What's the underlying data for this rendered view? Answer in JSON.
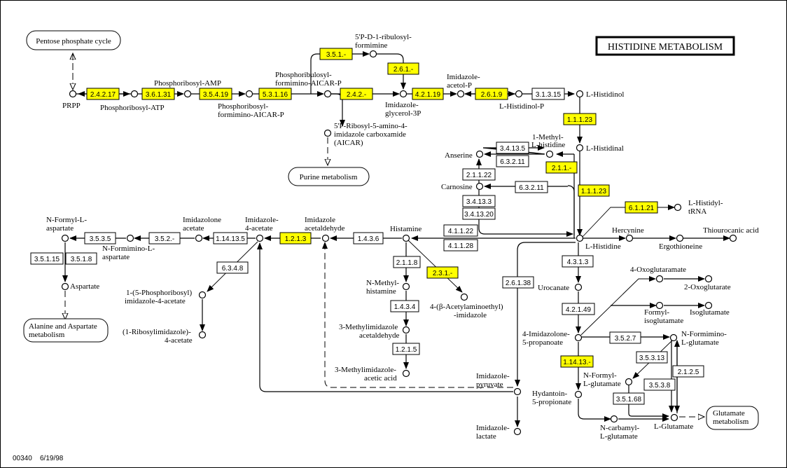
{
  "title": "HISTIDINE METABOLISM",
  "footer": {
    "map_id": "00340",
    "date": "6/19/98"
  },
  "colors": {
    "highlight": "#ffff00",
    "plain": "#ffffff",
    "line": "#000000"
  },
  "pathway_links": [
    {
      "id": "pentose",
      "label": "Pentose phosphate cycle"
    },
    {
      "id": "purine",
      "label": "Purine metabolism"
    },
    {
      "id": "alanine",
      "label1": "Alanine and Aspartate",
      "label2": "metabolism"
    },
    {
      "id": "glutamate",
      "label1": "Glutamate",
      "label2": "metabolism"
    }
  ],
  "compounds": {
    "prpp": "PRPP",
    "pr_atp": "Phosphoribosyl-ATP",
    "pr_amp": "Phosphoribosyl-AMP",
    "prfar1": "Phosphoribosyl-",
    "prfar2": "formimino-AICAR-P",
    "prful1": "Phosphoribulosyl-",
    "prful2": "formimino-AICAR-P",
    "ribform1": "5'P-D-1-ribulosyl-",
    "ribform2": "formimine",
    "aicar1": "5'P-Ribosyl-5-amino-4-",
    "aicar2": "imidazole carboxamide",
    "aicar3": "(AICAR)",
    "igp1": "Imidazole-",
    "igp2": "glycerol-3P",
    "iap1": "Imidazole-",
    "iap2": "acetol-P",
    "hisp": "L-Histidinol-P",
    "histidinol": "L-Histidinol",
    "histidinal": "L-Histidinal",
    "methylhis1": "1-Methyl-",
    "methylhis2": "L-histidine",
    "anserine": "Anserine",
    "carnosine": "Carnosine",
    "histidine": "L-Histidine",
    "histidyl1": "L-Histidyl-",
    "histidyl2": "tRNA",
    "hercynine": "Hercynine",
    "ergothioneine": "Ergothioneine",
    "thiourocanic": "Thiourocanic acid",
    "histamine": "Histamine",
    "imacetald1": "Imidazole",
    "imacetald2": "acetaldehyde",
    "im4ac1": "Imidazole-",
    "im4ac2": "4-acetate",
    "imonac1": "Imidazolone",
    "imonac2": "acetate",
    "nfimasp1": "N-Formimino-L-",
    "nfimasp2": "aspartate",
    "nfasp1": "N-Formyl-L-",
    "nfasp2": "aspartate",
    "aspartate": "Aspartate",
    "pria1": "1-(5-Phosphoribosyl)",
    "pria2": "imidazole-4-acetate",
    "ria1": "(1-Ribosylimidazole)-",
    "ria2": "4-acetate",
    "nmethis1": "N-Methyl-",
    "nmethis2": "histamine",
    "acetyl1": "4-(β-Acetylaminoethyl)",
    "acetyl2": "-imidazole",
    "mia1": "3-Methylimidazole",
    "mia2": "acetaldehyde",
    "miaa1": "3-Methylimidazole-",
    "miaa2": "acetic acid",
    "impyr1": "Imidazole-",
    "impyr2": "pyruvate",
    "imlac1": "Imidazole-",
    "imlac2": "lactate",
    "urocanate": "Urocanate",
    "imp1": "4-Imidazolone-",
    "imp2": "5-propanoate",
    "oxoglutaramate": "4-Oxoglutaramate",
    "oxoglutarate": "2-Oxoglutarate",
    "formisoglu1": "Formyl-",
    "formisoglu2": "isoglutamate",
    "isoglutamate": "Isoglutamate",
    "nfimglu1": "N-Formimino-",
    "nfimglu2": "L-glutamate",
    "nfglu1": "N-Formyl-",
    "nfglu2": "L-glutamate",
    "hydantoin1": "Hydantoin-",
    "hydantoin2": "5-propionate",
    "ncarb1": "N-carbamyl-",
    "ncarb2": "L-glutamate",
    "glutamate": "L-Glutamate"
  },
  "enzymes": [
    {
      "id": "e1",
      "label": "2.4.2.17",
      "hl": true
    },
    {
      "id": "e2",
      "label": "3.6.1.31",
      "hl": true
    },
    {
      "id": "e3",
      "label": "3.5.4.19",
      "hl": true
    },
    {
      "id": "e4",
      "label": "5.3.1.16",
      "hl": true
    },
    {
      "id": "e5",
      "label": "3.5.1.-",
      "hl": true
    },
    {
      "id": "e6",
      "label": "2.6.1.-",
      "hl": true
    },
    {
      "id": "e7",
      "label": "2.4.2.-",
      "hl": true
    },
    {
      "id": "e8",
      "label": "4.2.1.19",
      "hl": true
    },
    {
      "id": "e9",
      "label": "2.6.1.9",
      "hl": true
    },
    {
      "id": "e10",
      "label": "3.1.3.15",
      "hl": false
    },
    {
      "id": "e11",
      "label": "1.1.1.23",
      "hl": true
    },
    {
      "id": "e12",
      "label": "3.4.13.5",
      "hl": false
    },
    {
      "id": "e13",
      "label": "6.3.2.11",
      "hl": false
    },
    {
      "id": "e14",
      "label": "2.1.1.-",
      "hl": true
    },
    {
      "id": "e15",
      "label": "2.1.1.22",
      "hl": false
    },
    {
      "id": "e16",
      "label": "6.3.2.11",
      "hl": false
    },
    {
      "id": "e17",
      "label": "1.1.1.23",
      "hl": true
    },
    {
      "id": "e18",
      "label": "3.4.13.3",
      "hl": false
    },
    {
      "id": "e19",
      "label": "3.4.13.20",
      "hl": false
    },
    {
      "id": "e20",
      "label": "6.1.1.21",
      "hl": true
    },
    {
      "id": "e21",
      "label": "4.1.1.22",
      "hl": false
    },
    {
      "id": "e22",
      "label": "4.1.1.28",
      "hl": false
    },
    {
      "id": "e23",
      "label": "1.4.3.6",
      "hl": false
    },
    {
      "id": "e24",
      "label": "1.2.1.3",
      "hl": true
    },
    {
      "id": "e25",
      "label": "1.14.13.5",
      "hl": false
    },
    {
      "id": "e26",
      "label": "3.5.2.-",
      "hl": false
    },
    {
      "id": "e27",
      "label": "3.5.3.5",
      "hl": false
    },
    {
      "id": "e28",
      "label": "3.5.1.15",
      "hl": false
    },
    {
      "id": "e29",
      "label": "3.5.1.8",
      "hl": false
    },
    {
      "id": "e30",
      "label": "6.3.4.8",
      "hl": false
    },
    {
      "id": "e31",
      "label": "2.1.1.8",
      "hl": false
    },
    {
      "id": "e32",
      "label": "2.3.1.-",
      "hl": true
    },
    {
      "id": "e33",
      "label": "1.4.3.4",
      "hl": false
    },
    {
      "id": "e34",
      "label": "1.2.1.5",
      "hl": false
    },
    {
      "id": "e35",
      "label": "2.6.1.38",
      "hl": false
    },
    {
      "id": "e36",
      "label": "4.3.1.3",
      "hl": false
    },
    {
      "id": "e37",
      "label": "4.2.1.49",
      "hl": false
    },
    {
      "id": "e38",
      "label": "1.14.13.-",
      "hl": true
    },
    {
      "id": "e39",
      "label": "3.5.2.7",
      "hl": false
    },
    {
      "id": "e40",
      "label": "3.5.3.13",
      "hl": false
    },
    {
      "id": "e41",
      "label": "2.1.2.5",
      "hl": false
    },
    {
      "id": "e42",
      "label": "3.5.3.8",
      "hl": false
    },
    {
      "id": "e43",
      "label": "3.5.1.68",
      "hl": false
    }
  ]
}
